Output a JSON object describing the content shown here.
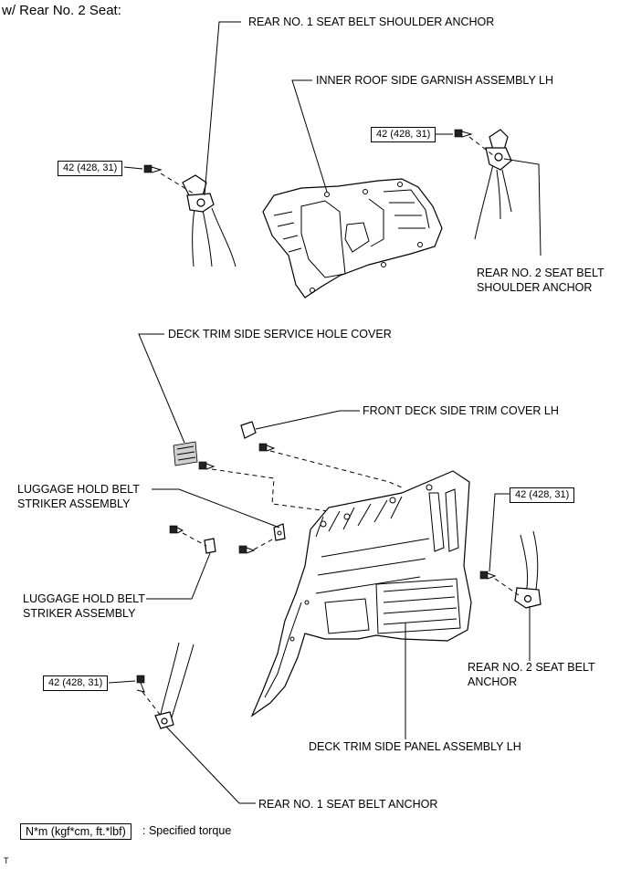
{
  "heading": "w/ Rear No. 2 Seat:",
  "torque_spec": "42 (428, 31)",
  "labels": {
    "rear_no1_shoulder": "REAR NO. 1 SEAT BELT SHOULDER ANCHOR",
    "inner_roof_garnish": "INNER ROOF SIDE GARNISH ASSEMBLY LH",
    "rear_no2_shoulder_l1": "REAR NO. 2 SEAT BELT",
    "rear_no2_shoulder_l2": "SHOULDER ANCHOR",
    "service_hole_cover": "DECK TRIM SIDE SERVICE HOLE COVER",
    "front_deck_cover": "FRONT DECK SIDE TRIM COVER LH",
    "luggage_striker_a_l1": "LUGGAGE HOLD BELT",
    "luggage_striker_a_l2": "STRIKER ASSEMBLY",
    "luggage_striker_b_l1": "LUGGAGE HOLD BELT",
    "luggage_striker_b_l2": "STRIKER ASSEMBLY",
    "rear_no2_anchor_l1": "REAR NO. 2 SEAT BELT",
    "rear_no2_anchor_l2": "ANCHOR",
    "deck_trim_panel": "DECK TRIM SIDE PANEL ASSEMBLY LH",
    "rear_no1_anchor": "REAR NO. 1 SEAT BELT ANCHOR"
  },
  "legend": {
    "unit": "N*m (kgf*cm, ft.*lbf)",
    "description": ": Specified torque"
  },
  "footer_mark": "T"
}
